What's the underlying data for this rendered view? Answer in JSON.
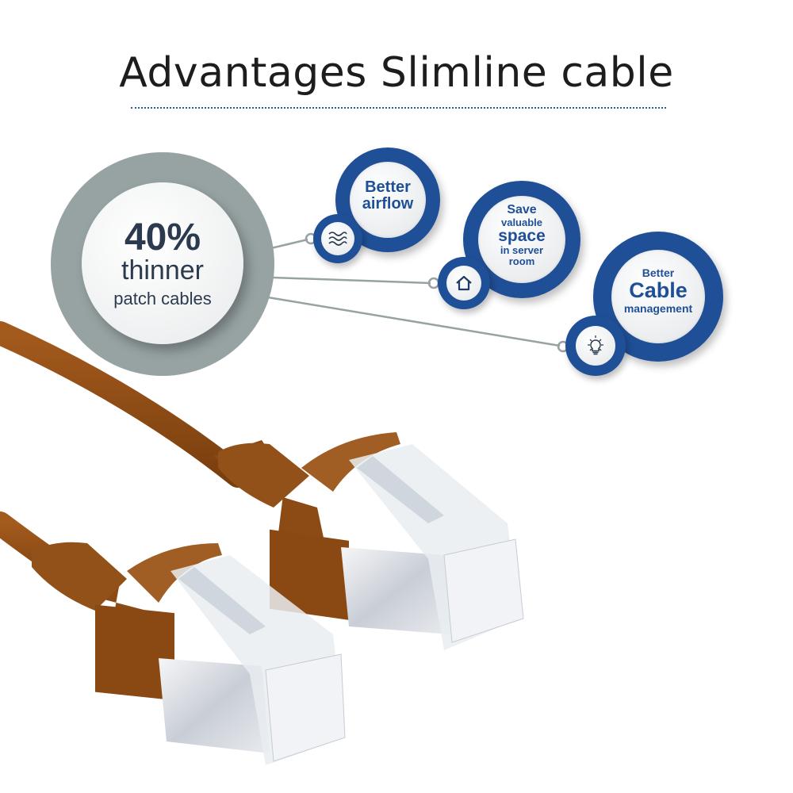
{
  "title": "Advantages Slimline cable",
  "main_claim": {
    "percentage": "40%",
    "line2": "thinner",
    "line3": "patch cables"
  },
  "advantages": [
    {
      "lines": [
        "Better",
        "airflow"
      ],
      "icon": "airflow-waves-icon"
    },
    {
      "lines": [
        "Save",
        "valuable",
        "space",
        "in server",
        "room"
      ],
      "icon": "house-icon"
    },
    {
      "lines": [
        "Better",
        "Cable",
        "management"
      ],
      "icon": "lightbulb-icon"
    }
  ],
  "product": {
    "description": "Brown slimline RJ45 patch cable with two shielded connectors",
    "cable_color": "#8a4a12"
  },
  "colors": {
    "accent_blue": "#1f4f96",
    "gray_ring": "#97a3a3",
    "text_dark": "#2b3a4e",
    "title_rule": "#2a5d92"
  }
}
